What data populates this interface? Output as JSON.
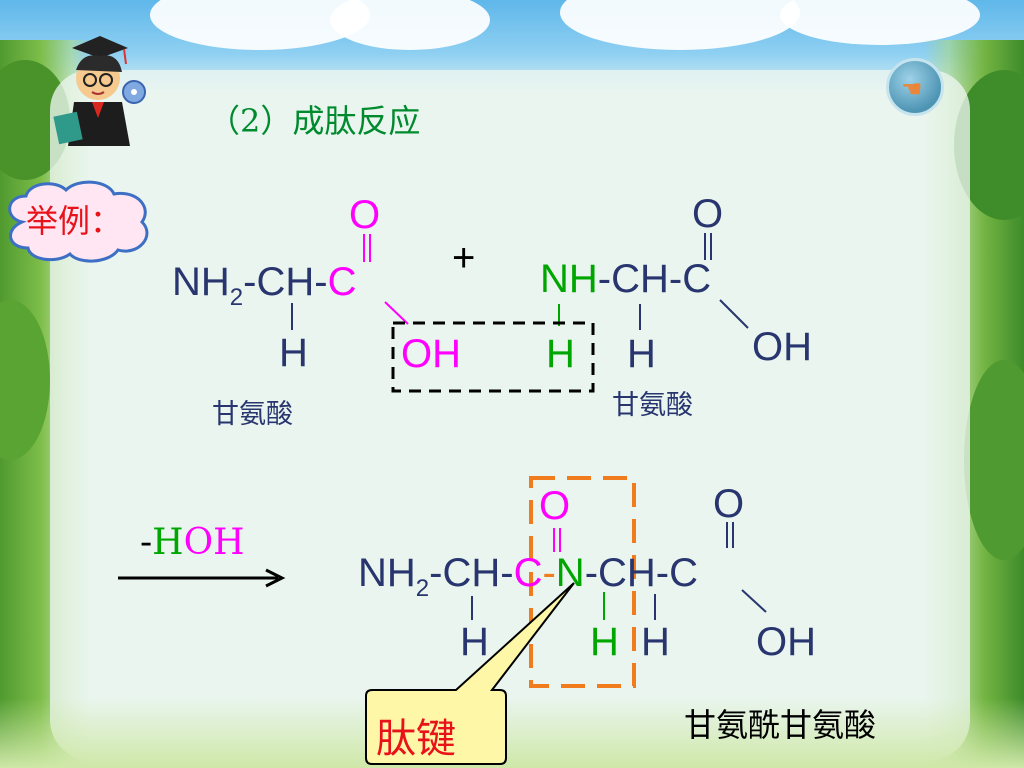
{
  "slide": {
    "title": "（2）成肽反应",
    "example_label": "举例：",
    "reactant1": {
      "nh2": "NH",
      "sub2": "2",
      "dash1": "-",
      "ch": "CH",
      "dash2": "-",
      "c": "C",
      "o": "O",
      "h": "H",
      "oh": "OH",
      "name": "甘氨酸"
    },
    "plus": "+",
    "reactant2": {
      "nh": "NH",
      "dash1": "-",
      "ch": "CH",
      "dash2": "-",
      "c": "C",
      "o": "O",
      "h_n": "H",
      "h_ch": "H",
      "oh": "OH",
      "name": "甘氨酸"
    },
    "condition": {
      "minus": "-",
      "h": "H",
      "oh": "OH"
    },
    "product": {
      "nh2": "NH",
      "sub2": "2",
      "dash1": "-",
      "ch1": "CH",
      "dash2": "-",
      "c1": "C",
      "dash3": "-",
      "n": "N",
      "dash4": "-",
      "ch2": "CH",
      "dash5": "-",
      "c2": "C",
      "o1": "O",
      "o2": "O",
      "h1": "H",
      "h_n": "H",
      "h2": "H",
      "oh": "OH",
      "name": "甘氨酰甘氨酸"
    },
    "callout": "肽键"
  },
  "colors": {
    "formula": "#28356e",
    "highlight_magenta": "#ff00ff",
    "highlight_green": "#00a600",
    "title_green": "#008a2e",
    "callout_red": "#e8131a",
    "peptide_box_orange": "#f07c1e",
    "callout_fill": "#fff7a8"
  },
  "icons": [
    "teacher-cartoon-icon",
    "round-nav-button-icon",
    "reaction-arrow-icon"
  ]
}
